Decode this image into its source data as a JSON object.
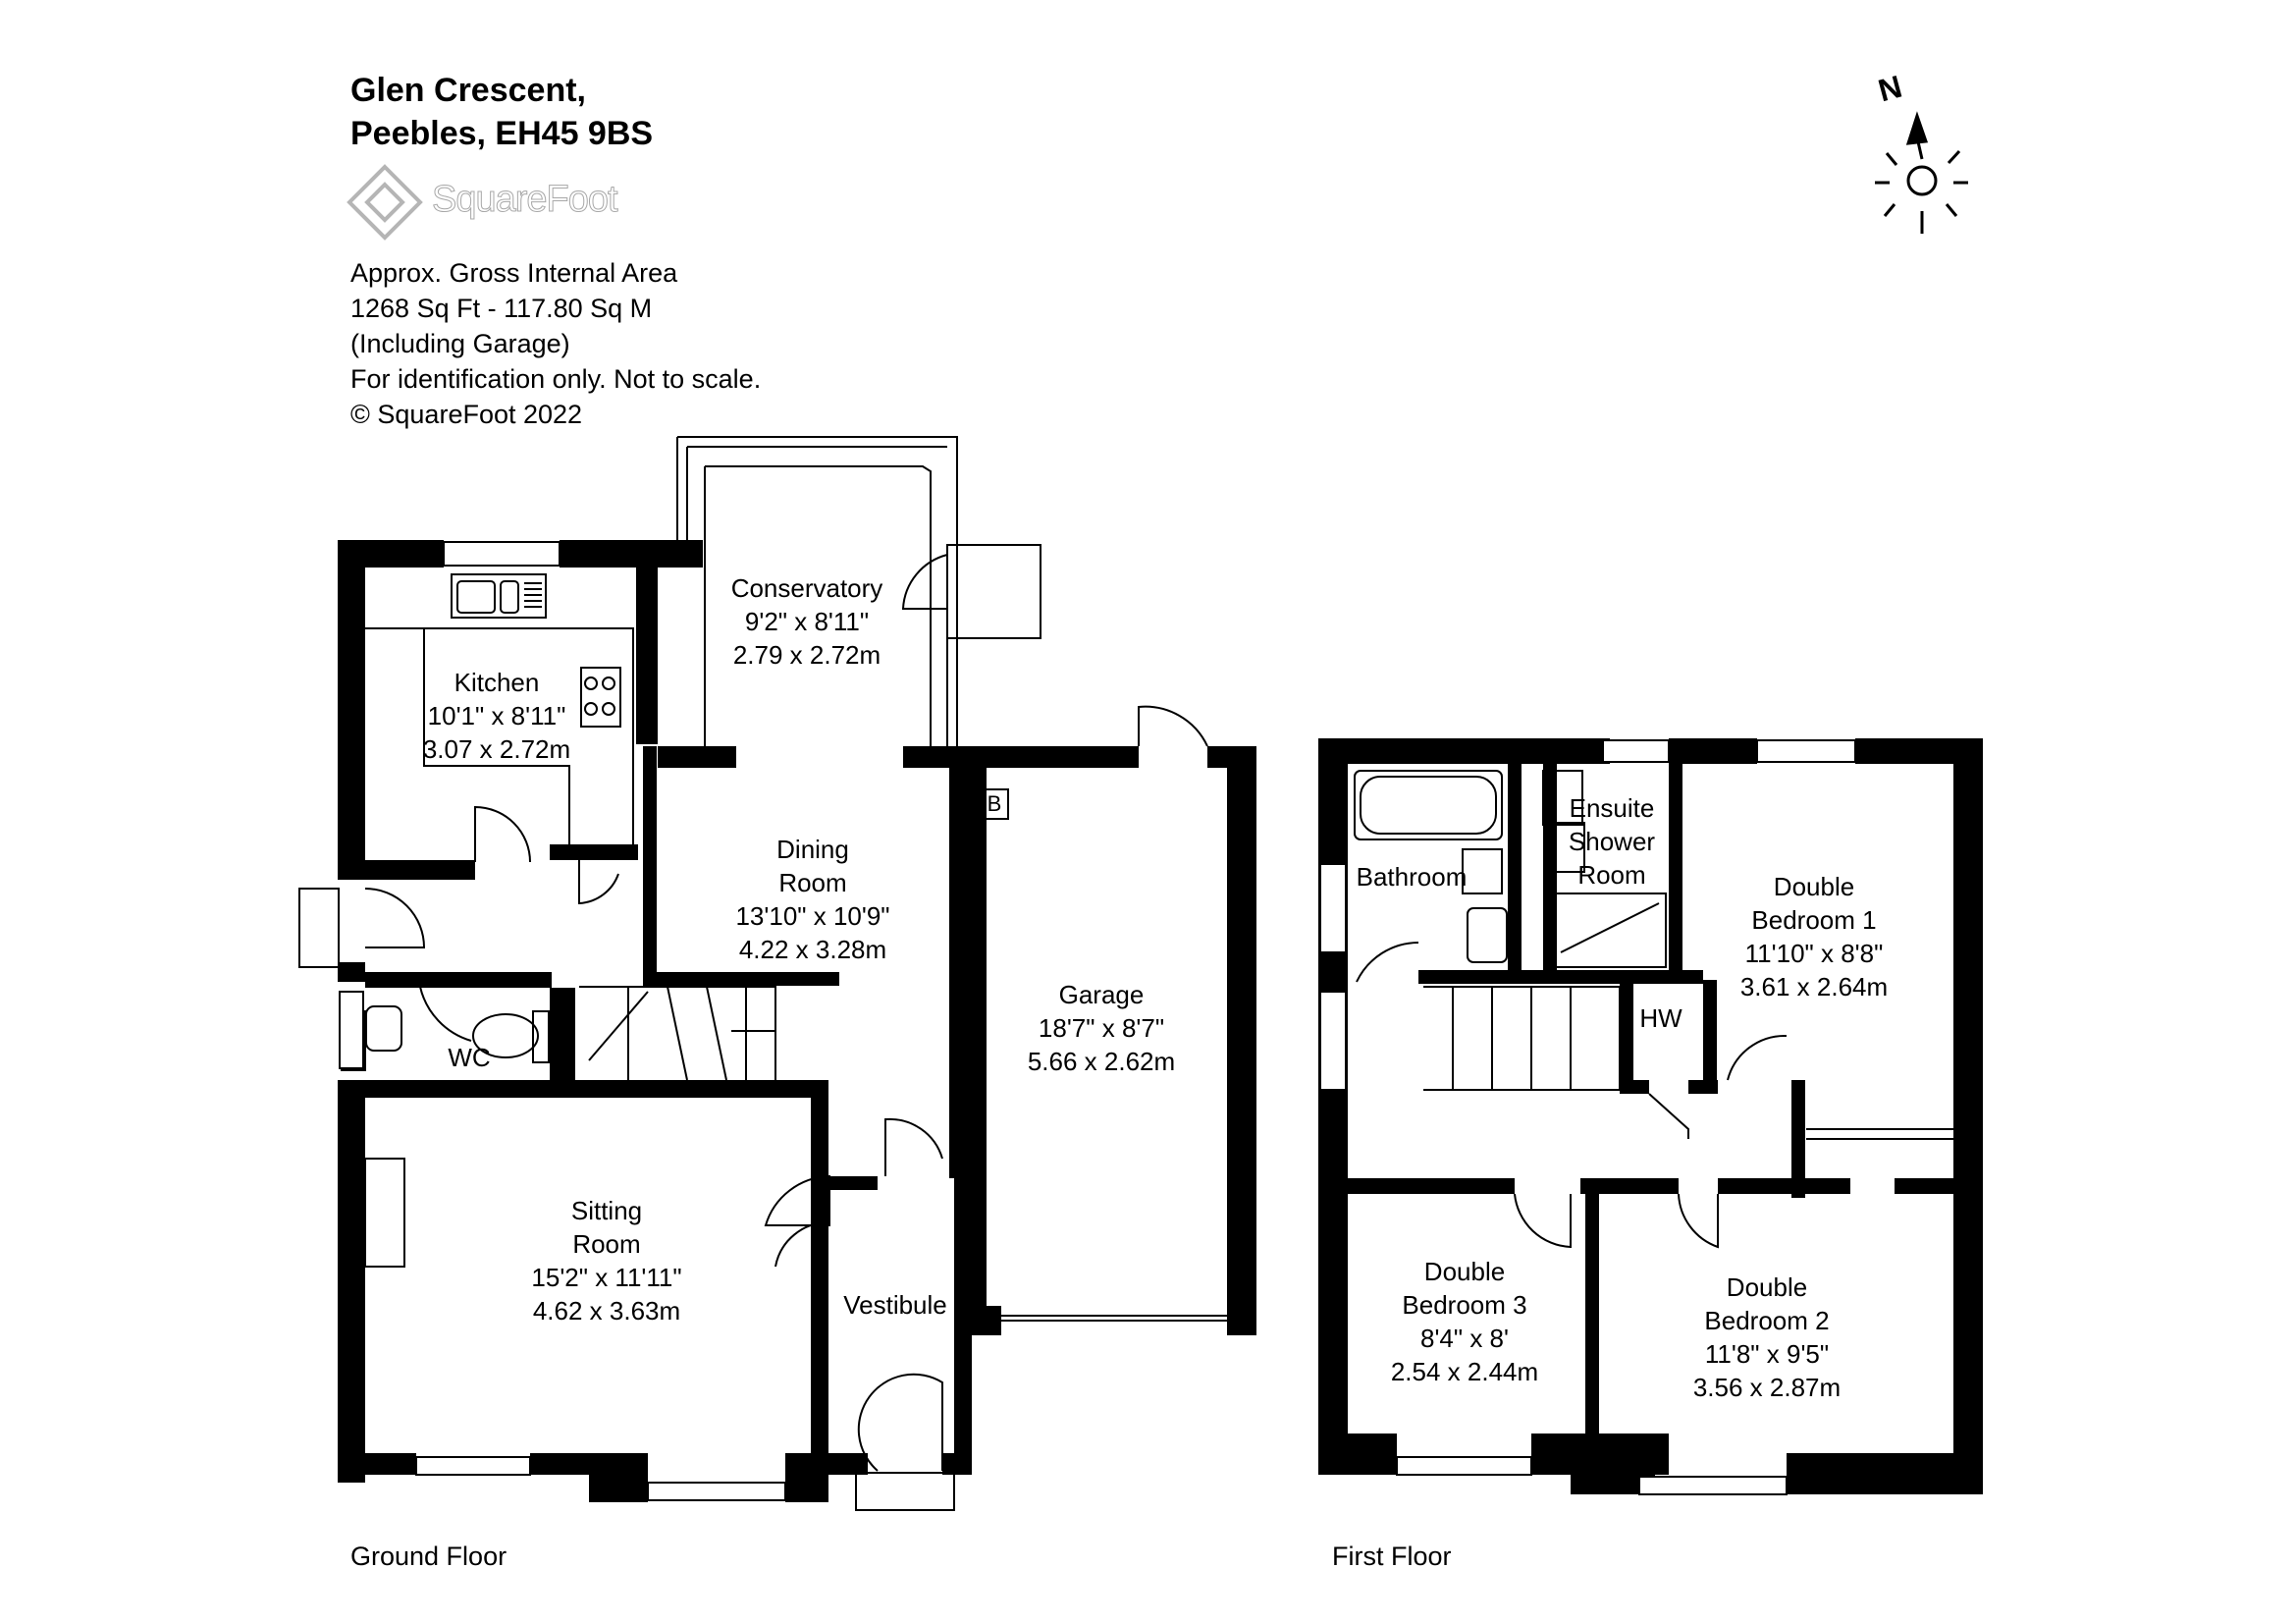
{
  "header": {
    "address_line1": "Glen Crescent,",
    "address_line2": "Peebles, EH45 9BS",
    "brand": "SquareFoot"
  },
  "info": {
    "line1": "Approx. Gross Internal Area",
    "line2": "1268 Sq Ft  -  117.80 Sq M",
    "line3": "(Including Garage)",
    "line4": "For identification only. Not to scale.",
    "line5": "© SquareFoot 2022"
  },
  "compass": {
    "north_label": "N"
  },
  "ground_floor": {
    "label": "Ground Floor",
    "conservatory": {
      "name": "Conservatory",
      "imperial": "9'2\" x 8'11\"",
      "metric": "2.79 x 2.72m"
    },
    "kitchen": {
      "name": "Kitchen",
      "imperial": "10'1\" x 8'11\"",
      "metric": "3.07 x 2.72m"
    },
    "dining": {
      "name1": "Dining",
      "name2": "Room",
      "imperial": "13'10\" x 10'9\"",
      "metric": "4.22 x 3.28m"
    },
    "garage": {
      "name": "Garage",
      "imperial": "18'7\" x 8'7\"",
      "metric": "5.66 x 2.62m"
    },
    "sitting": {
      "name1": "Sitting",
      "name2": "Room",
      "imperial": "15'2\" x 11'11\"",
      "metric": "4.62 x 3.63m"
    },
    "wc": "WC",
    "vestibule": "Vestibule",
    "boiler": "B"
  },
  "first_floor": {
    "label": "First Floor",
    "bathroom": "Bathroom",
    "ensuite": {
      "line1": "Ensuite",
      "line2": "Shower",
      "line3": "Room"
    },
    "bed1": {
      "name1": "Double",
      "name2": "Bedroom 1",
      "imperial": "11'10\" x 8'8\"",
      "metric": "3.61 x 2.64m"
    },
    "bed2": {
      "name1": "Double",
      "name2": "Bedroom 2",
      "imperial": "11'8\" x 9'5\"",
      "metric": "3.56 x 2.87m"
    },
    "bed3": {
      "name1": "Double",
      "name2": "Bedroom 3",
      "imperial": "8'4\" x 8'",
      "metric": "2.54 x 2.44m"
    },
    "hw": "HW"
  }
}
